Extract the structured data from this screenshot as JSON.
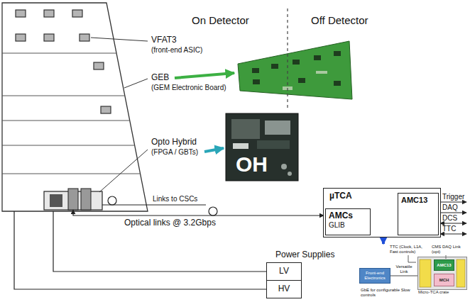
{
  "diagram": {
    "nodes": [
      {
        "text": [
          "OH"
        ]
      },
      {
        "text": [
          "µTCA"
        ]
      },
      {
        "text": [
          "AMCs",
          "GLIB"
        ],
        "in": 1
      },
      {
        "text": [
          "AMC13"
        ],
        "in": 1
      },
      {
        "text": [
          "LV"
        ]
      },
      {
        "text": [
          "HV"
        ]
      },
      {
        "text": [
          "Front-end Electronics"
        ]
      },
      {
        "text": [
          "Micro-TCA crate"
        ]
      },
      {
        "text": [
          "AMC13"
        ],
        "in": 7
      },
      {
        "text": [
          "MCH"
        ],
        "in": 7
      }
    ],
    "edges": [
      {
        "from": 6,
        "to": 7,
        "label": "Versatile Link",
        "arrow": "none"
      }
    ],
    "labels": [
      "On Detector",
      "Off Detector",
      "VFAT3",
      "(front-end ASIC)",
      "GEB",
      "(GEM Electronic Board)",
      "Opto Hybrid",
      "(FPGA / GBTs)",
      "Links to CSCs",
      "Optical links @ 3.2Gbps",
      "Trigger",
      "DAQ",
      "DCS",
      "TTC",
      "Power Supplies",
      "TTC (Clock, L1A, Fast controls)",
      "CMS DAQ Link (opt)",
      "GbE for configurable Slow controls"
    ]
  }
}
